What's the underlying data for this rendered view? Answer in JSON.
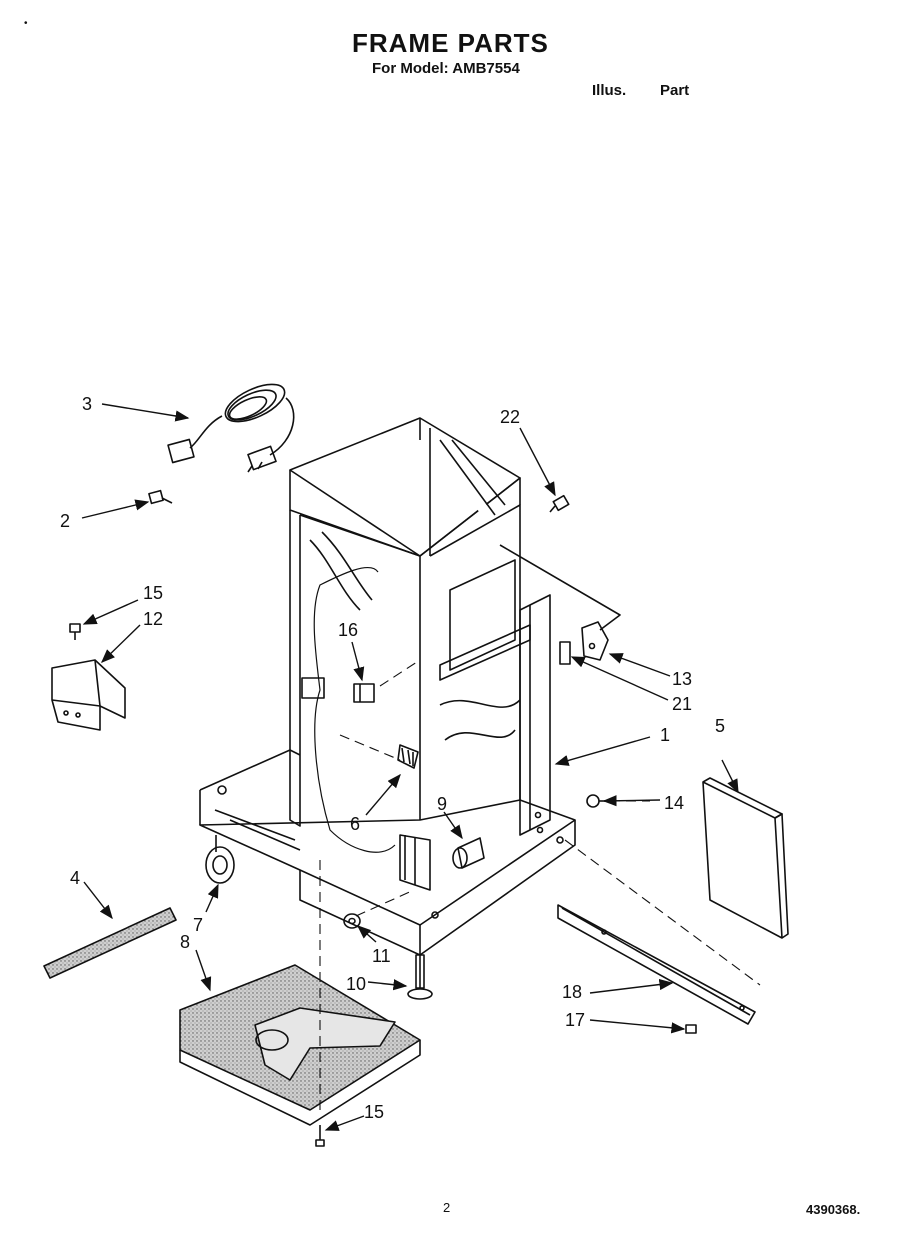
{
  "header": {
    "title": "FRAME PARTS",
    "subtitle": "For Model: AMB7554",
    "col_illus": "Illus.",
    "col_part": "Part"
  },
  "footer": {
    "page_number": "2",
    "doc_number": "4390368."
  },
  "callouts": [
    "1",
    "2",
    "3",
    "4",
    "5",
    "6",
    "7",
    "8",
    "9",
    "10",
    "11",
    "12",
    "13",
    "14",
    "15",
    "15",
    "16",
    "17",
    "18",
    "21",
    "22"
  ],
  "colors": {
    "ink": "#111111",
    "paper": "#ffffff",
    "foam": "#bdbdbd"
  }
}
